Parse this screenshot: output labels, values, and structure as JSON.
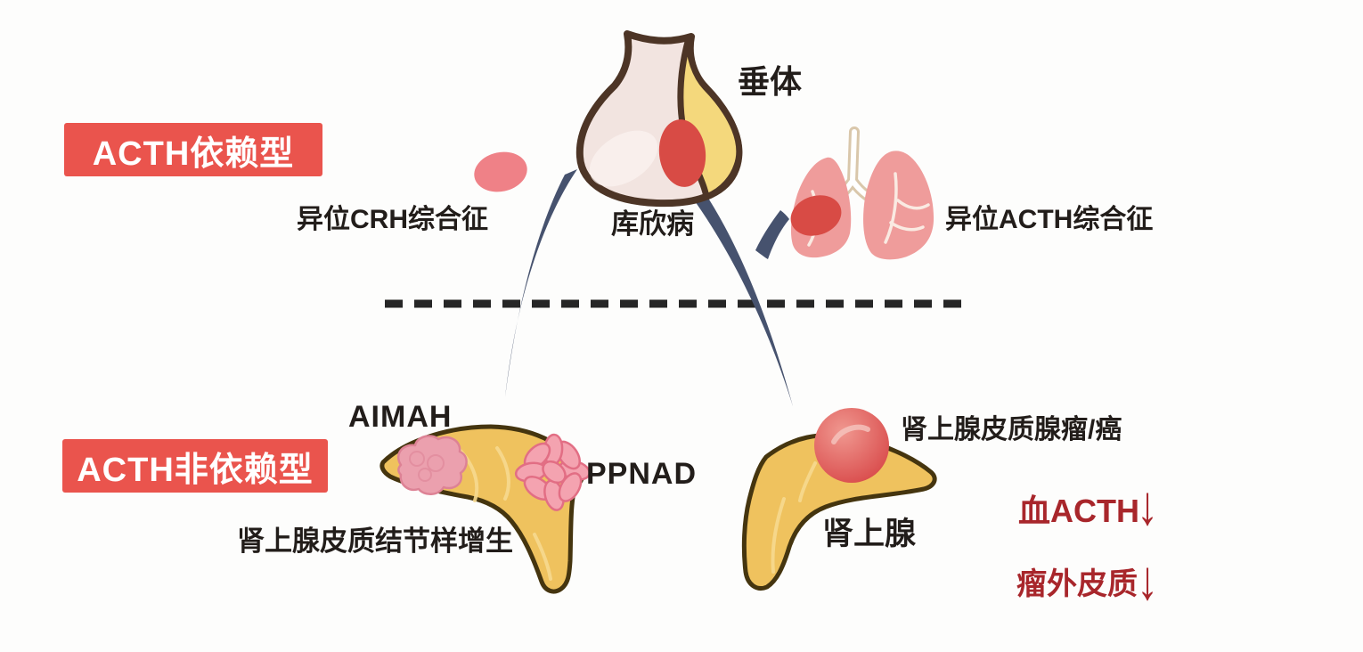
{
  "diagram": {
    "badges": {
      "dependent": "ACTH依赖型",
      "independent": "ACTH非依赖型"
    },
    "labels": {
      "pituitary": "垂体",
      "ectopic_crh": "异位CRH综合征",
      "cushing_disease": "库欣病",
      "ectopic_acth": "异位ACTH综合征",
      "aimah": "AIMAH",
      "ppnad": "PPNAD",
      "nodular_hyperplasia": "肾上腺皮质结节样增生",
      "adenoma_carcinoma": "肾上腺皮质腺瘤/癌",
      "adrenal_gland": "肾上腺",
      "blood_acth": "血ACTH",
      "extratumoral_cortex": "瘤外皮质",
      "down_arrow": "↓"
    },
    "icons": {
      "pituitary_illustration": "pituitary-gland",
      "lungs_illustration": "lungs",
      "adrenal_illustrations": "adrenal-gland",
      "flow_arrows": "curved-flow-arrow",
      "divider": "dashed-divider-line"
    },
    "colors": {
      "background": "#fdfdfc",
      "badge_red": "#ea544d",
      "badge_text": "#ffffff",
      "text_black": "#221d1a",
      "accent_dark_red": "#a8262b",
      "flow_arrow": "#46526e",
      "dashed_line": "#262626",
      "pituitary_body": "#f2e4e0",
      "pituitary_posterior": "#f4d87c",
      "outline_brown": "#4d3526",
      "tumor_red": "#d84b45",
      "oval_pink": "#ef8187",
      "lung_pink": "#ef9c9b",
      "lung_vein": "#faeae2",
      "trachea_outline": "#d9c7ab",
      "adrenal_gold": "#efc25e",
      "adrenal_outline": "#45350f",
      "adrenal_crease": "#f6d98f",
      "hyperplasia_pink": "#eba0ae",
      "hyperplasia_stroke": "#dd8295",
      "ppnad_pink": "#f4a3b0",
      "ppnad_stroke": "#e26e84",
      "ball_light": "#f09890",
      "ball_dark": "#d94b4b"
    }
  }
}
